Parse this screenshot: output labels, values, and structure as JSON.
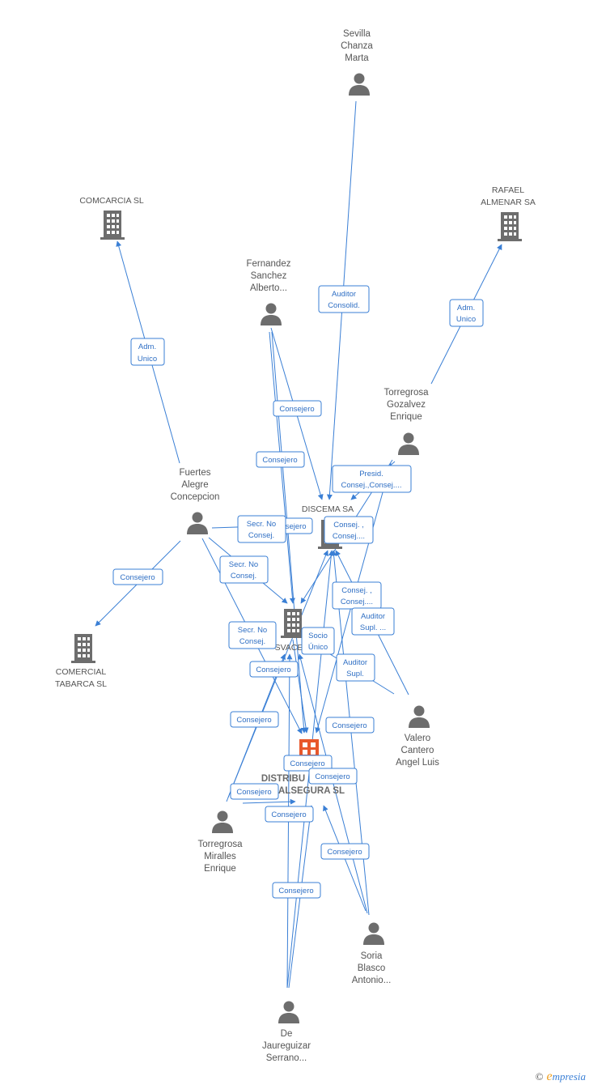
{
  "nodes": {
    "sevilla": {
      "type": "person",
      "lines": [
        "Sevilla",
        "Chanza",
        "Marta"
      ]
    },
    "comcarcia": {
      "type": "company",
      "lines": [
        "COMCARCIA SL"
      ]
    },
    "rafael": {
      "type": "company",
      "lines": [
        "RAFAEL",
        "ALMENAR SA"
      ]
    },
    "fernandez": {
      "type": "person",
      "lines": [
        "Fernandez",
        "Sanchez",
        "Alberto..."
      ]
    },
    "torregrosa_gozalvez": {
      "type": "person",
      "lines": [
        "Torregrosa",
        "Gozalvez",
        "Enrique"
      ]
    },
    "fuertes": {
      "type": "person",
      "lines": [
        "Fuertes",
        "Alegre",
        "Concepcion"
      ]
    },
    "discema": {
      "type": "company",
      "lines": [
        "DISCEMA SA"
      ]
    },
    "comercial_tabarca": {
      "type": "company",
      "lines": [
        "COMERCIAL",
        "TABARCA SL"
      ]
    },
    "svace": {
      "type": "company",
      "lines": [
        "SVACE"
      ]
    },
    "valero": {
      "type": "person",
      "lines": [
        "Valero",
        "Cantero",
        "Angel Luis"
      ]
    },
    "distribu": {
      "type": "main",
      "lines": [
        "DISTRIBU",
        "ALSEGURA SL"
      ]
    },
    "torregrosa_miralles": {
      "type": "person",
      "lines": [
        "Torregrosa",
        "Miralles",
        "Enrique"
      ]
    },
    "soria": {
      "type": "person",
      "lines": [
        "Soria",
        "Blasco",
        "Antonio..."
      ]
    },
    "jaureguizar": {
      "type": "person",
      "lines": [
        "De",
        "Jaureguizar",
        "Serrano..."
      ]
    }
  },
  "edge_labels": [
    {
      "id": "auditor-consolid",
      "lines": [
        "Auditor",
        "Consolid."
      ]
    },
    {
      "id": "adm-unico-rafael",
      "lines": [
        "Adm.",
        "Unico"
      ]
    },
    {
      "id": "adm-unico-comcarcia",
      "lines": [
        "Adm.",
        "Unico"
      ]
    },
    {
      "id": "consejero-1",
      "lines": [
        "Consejero"
      ]
    },
    {
      "id": "consejero-2",
      "lines": [
        "Consejero"
      ]
    },
    {
      "id": "presid-consej",
      "lines": [
        "Presid.",
        "Consej.,Consej...."
      ]
    },
    {
      "id": "secr-no-consej-1",
      "lines": [
        "Secr.  No",
        "Consej."
      ]
    },
    {
      "id": "consejero-3",
      "lines": [
        "nsejero"
      ]
    },
    {
      "id": "consej-discema",
      "lines": [
        "Consej. ,",
        "Consej...."
      ]
    },
    {
      "id": "consejero-tabarca",
      "lines": [
        "Consejero"
      ]
    },
    {
      "id": "secr-no-consej-2",
      "lines": [
        "Secr.  No",
        "Consej."
      ]
    },
    {
      "id": "consej-svace",
      "lines": [
        "Consej. ,",
        "Consej...."
      ]
    },
    {
      "id": "auditor-supl-1",
      "lines": [
        "Auditor",
        "Supl. ..."
      ]
    },
    {
      "id": "secr-no-consej-3",
      "lines": [
        "Secr.  No",
        "Consej."
      ]
    },
    {
      "id": "socio-unico",
      "lines": [
        "Socio",
        "Único"
      ]
    },
    {
      "id": "consejero-4",
      "lines": [
        "Consejero"
      ]
    },
    {
      "id": "auditor-supl-2",
      "lines": [
        "Auditor",
        "Supl."
      ]
    },
    {
      "id": "consejero-5",
      "lines": [
        "Consejero"
      ]
    },
    {
      "id": "consejero-6",
      "lines": [
        "Consejero"
      ]
    },
    {
      "id": "consejero-7",
      "lines": [
        "Consejero"
      ]
    },
    {
      "id": "consejero-8",
      "lines": [
        "Consejero"
      ]
    },
    {
      "id": "consejero-9",
      "lines": [
        "Consejero"
      ]
    },
    {
      "id": "consejero-10",
      "lines": [
        "Consejero"
      ]
    },
    {
      "id": "consejero-11",
      "lines": [
        "Consejero"
      ]
    },
    {
      "id": "consejero-12",
      "lines": [
        "Consejero"
      ]
    }
  ],
  "colors": {
    "edge": "#3a7fd5",
    "icon": "#6d6d6d",
    "main": "#e8572b"
  },
  "footer": {
    "copyright": "©",
    "brand_initial": "e",
    "brand_rest": "mpresia"
  }
}
